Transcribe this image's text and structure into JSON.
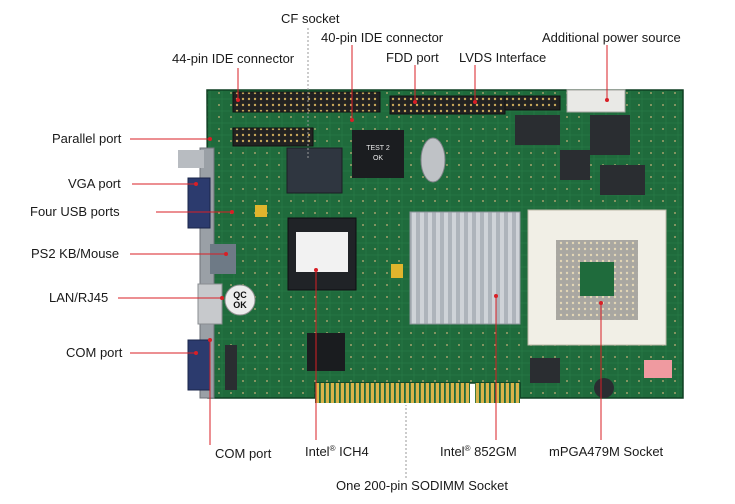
{
  "diagram": {
    "labels": {
      "cf_socket": "CF socket",
      "ide40": "40-pin IDE connector",
      "ide44": "44-pin IDE connector",
      "fdd": "FDD port",
      "lvds": "LVDS Interface",
      "power": "Additional power source",
      "parallel": "Parallel port",
      "vga": "VGA port",
      "usb": "Four USB ports",
      "ps2": "PS2 KB/Mouse",
      "lan": "LAN/RJ45",
      "com_left": "COM port",
      "com_bottom": "COM port",
      "ich4_brand": "Intel",
      "ich4_name": " ICH4",
      "gm852_brand": "Intel",
      "gm852_name": " 852GM",
      "mpga": "mPGA479M Socket",
      "sodimm": "One 200-pin SODIMM Socket"
    },
    "sup_mark": "®",
    "board_text": {
      "qc_line1": "QC",
      "qc_line2": "OK",
      "chip1_line1": "TEST 2",
      "chip1_line2": "OK"
    },
    "colors": {
      "pcb": "#1f6b3c",
      "pcb_dark": "#154d2b",
      "leader": "#d81f26",
      "label_text": "#1a1a1a"
    }
  }
}
